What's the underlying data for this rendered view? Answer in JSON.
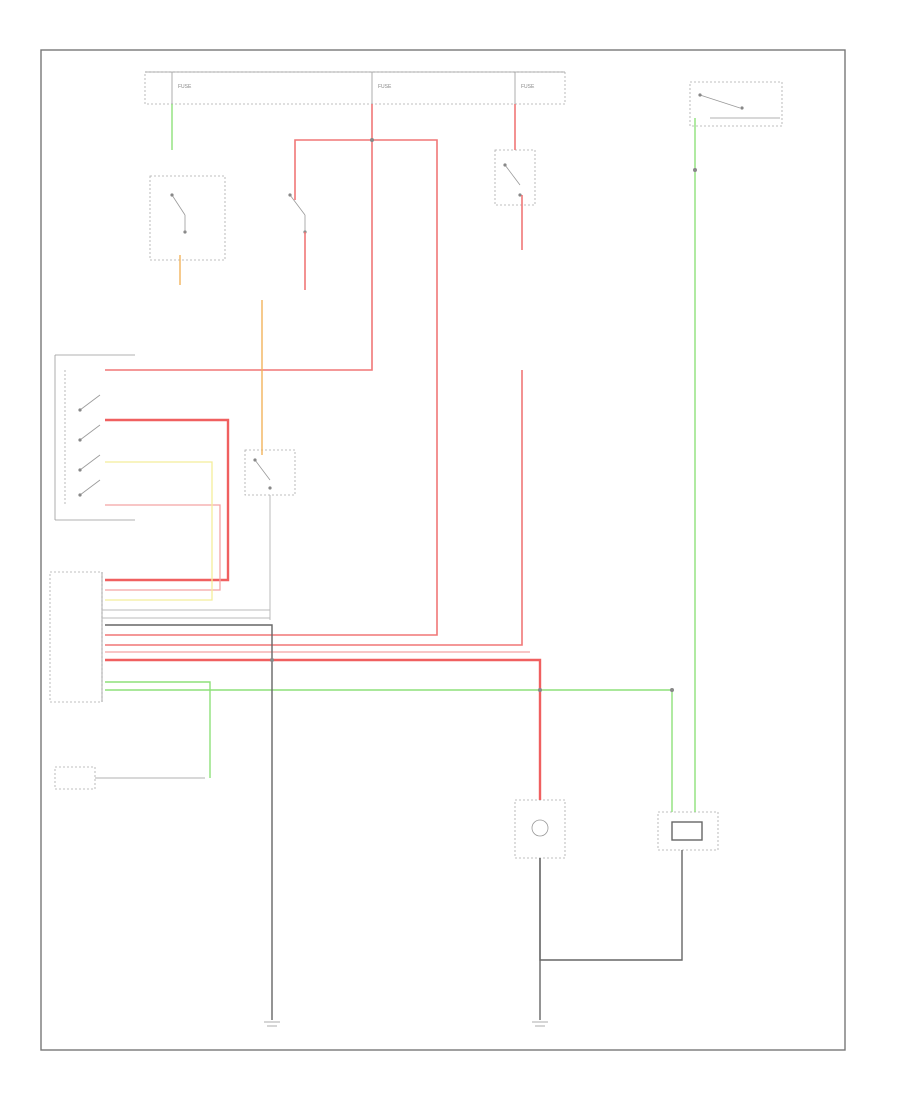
{
  "fuse_header": {
    "fuse_1": "FUSE",
    "fuse_2": "FUSE",
    "fuse_3": "FUSE",
    "note": ""
  },
  "components": {
    "ignition_switch": "",
    "cruise_control_switch": "",
    "cruise_control_module": "",
    "cruise_control_actuator": "",
    "instrument_cluster": ""
  },
  "footer": {
    "page_code": ""
  },
  "colors": {
    "red_wire": "#f07777",
    "green_wire": "#8ee07a",
    "yellow_wire": "#f3ee9a",
    "orange_wire": "#f2b45c",
    "ground_wire": "#666666",
    "frame": "#777777"
  }
}
